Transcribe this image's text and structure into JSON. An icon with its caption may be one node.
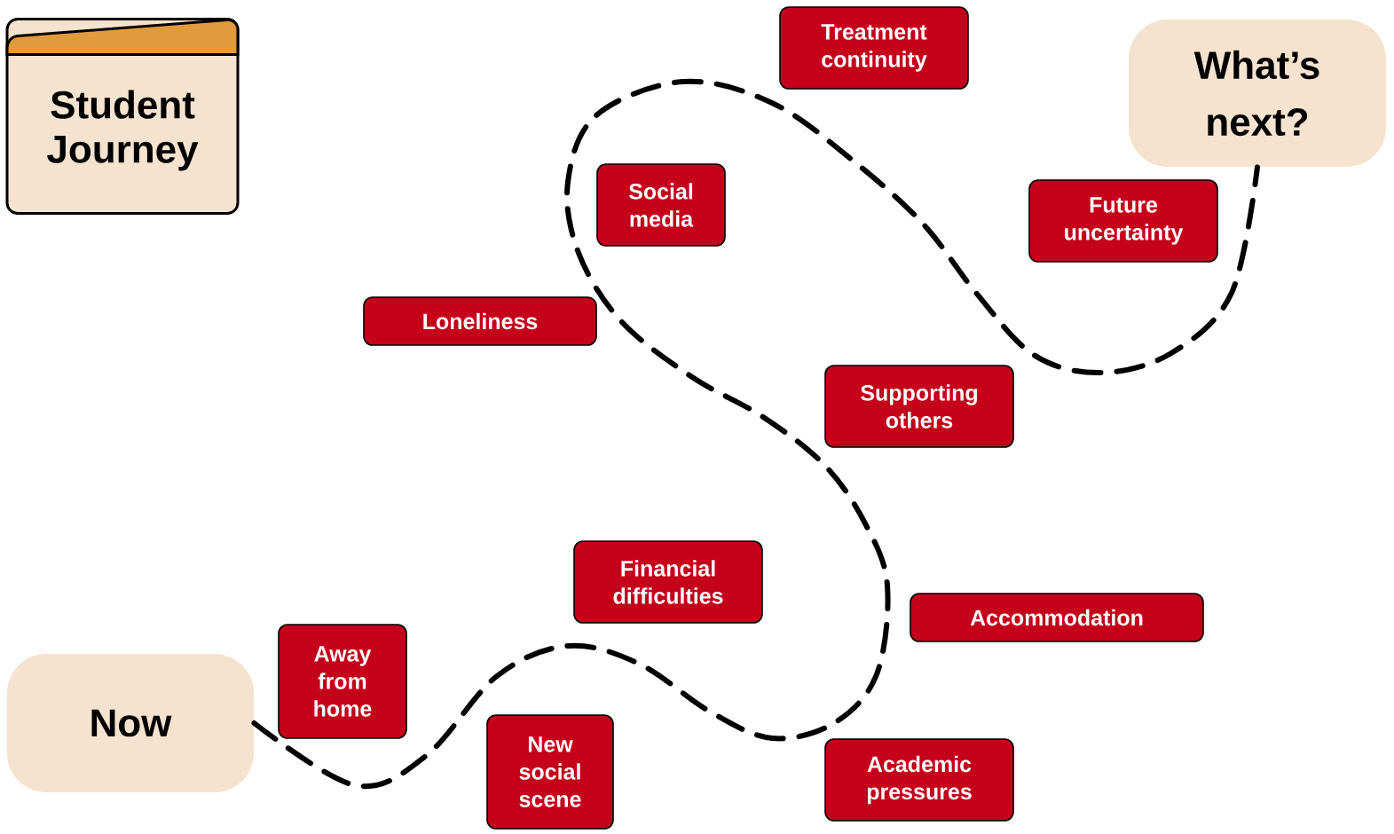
{
  "diagram": {
    "nodes": [
      {
        "text": [
          "Student Journey"
        ]
      },
      {
        "text": [
          "Treatment continuity"
        ]
      },
      {
        "text": [
          "What’s next?"
        ]
      },
      {
        "text": [
          "Social media"
        ]
      },
      {
        "text": [
          "Future uncertainty"
        ]
      },
      {
        "text": [
          "Loneliness"
        ]
      },
      {
        "text": [
          "Supporting others"
        ]
      },
      {
        "text": [
          "Financial difficulties"
        ]
      },
      {
        "text": [
          "Accommodation"
        ]
      },
      {
        "text": [
          "Away from home"
        ]
      },
      {
        "text": [
          "Now"
        ]
      },
      {
        "text": [
          "New social scene"
        ]
      },
      {
        "text": [
          "Academic pressures"
        ]
      }
    ],
    "edges": [
      {
        "from": 10,
        "to": 2,
        "arrow": "none",
        "style": "dashed"
      }
    ]
  }
}
